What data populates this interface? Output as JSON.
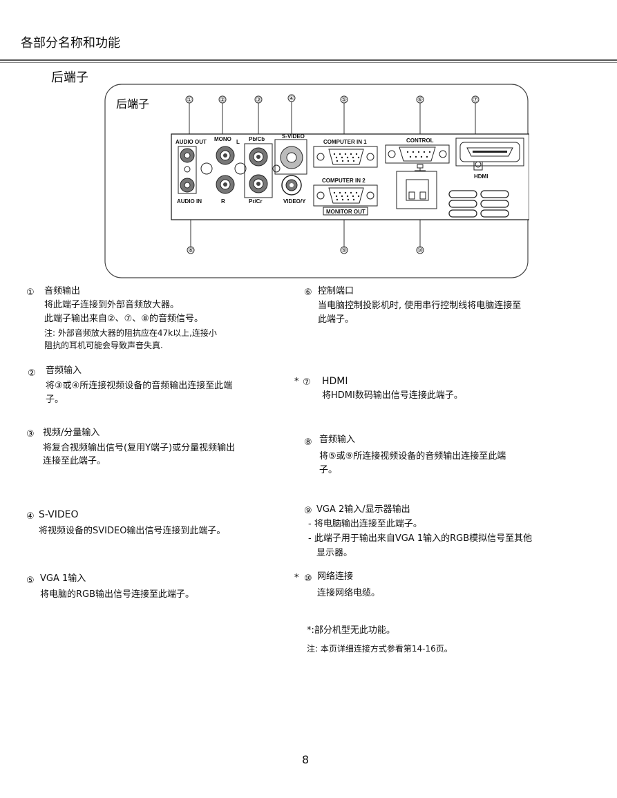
{
  "header": {
    "title": "各部分名称和功能"
  },
  "section": {
    "title": "后端子"
  },
  "figure": {
    "panel_title": "后端子",
    "labels": {
      "audio_out": "AUDIO OUT",
      "mono": "MONO",
      "l": "L",
      "pb_cb": "Pb/Cb",
      "s_video": "S-VIDEO",
      "computer_in_1": "COMPUTER IN 1",
      "control": "CONTROL",
      "computer_in_2": "COMPUTER IN 2",
      "monitor_out": "MONITOR OUT",
      "audio_in": "AUDIO IN",
      "r": "R",
      "pr_cr": "Pr/Cr",
      "video_y": "VIDEO/Y",
      "hdmi": "HDMI"
    },
    "callouts": [
      "①",
      "②",
      "③",
      "④",
      "⑤",
      "⑥",
      "⑦",
      "⑧",
      "⑨",
      "⑩"
    ]
  },
  "items": {
    "item1": {
      "num": "①",
      "title": "音频输出",
      "lines": [
        "将此端子连接到外部音频放大器。",
        "此端子输出来自②、⑦、⑧的音频信号。",
        "注: 外部音频放大器的阻抗应在47k以上,连接小",
        "阻抗的耳机可能会导致声音失真."
      ]
    },
    "item2": {
      "num": "②",
      "title": "音频输入",
      "lines": [
        "将③或④所连接视频设备的音频输出连接至此端",
        "子。"
      ]
    },
    "item3": {
      "num": "③",
      "title": "视频/分量输入",
      "lines": [
        "将复合视频输出信号(复用Y端子)或分量视频输出",
        "连接至此端子。"
      ]
    },
    "item4": {
      "num": "④",
      "title": "S-VIDEO",
      "lines": [
        "将视频设备的SVIDEO输出信号连接到此端子。"
      ]
    },
    "item5": {
      "num": "⑤",
      "title": "VGA 1输入",
      "lines": [
        "将电脑的RGB输出信号连接至此端子。"
      ]
    },
    "item6": {
      "num": "⑥",
      "title": "控制端口",
      "lines": [
        "当电脑控制投影机时, 使用串行控制线将电脑连接至",
        "此端子。"
      ]
    },
    "item7": {
      "star": "*",
      "num": "⑦",
      "title": "HDMI",
      "lines": [
        "将HDMI数码输出信号连接此端子。"
      ]
    },
    "item8": {
      "num": "⑧",
      "title": "音频输入",
      "lines": [
        "将⑤或⑨所连接视频设备的音频输出连接至此端",
        "子。"
      ]
    },
    "item9": {
      "num": "⑨",
      "title": "VGA 2输入/显示器输出",
      "lines": [
        "- 将电脑输出连接至此端子。",
        "- 此端子用于输出来自VGA 1输入的RGB模拟信号至其他",
        "显示器。"
      ]
    },
    "item10": {
      "star": "*",
      "num": "⑩",
      "title": "网络连接",
      "lines": [
        "连接网络电缆。"
      ]
    }
  },
  "footnotes": {
    "star_note": "*:部分机型无此功能。",
    "note": "注: 本页详细连接方式参看第14-16页。"
  },
  "page_number": "8"
}
